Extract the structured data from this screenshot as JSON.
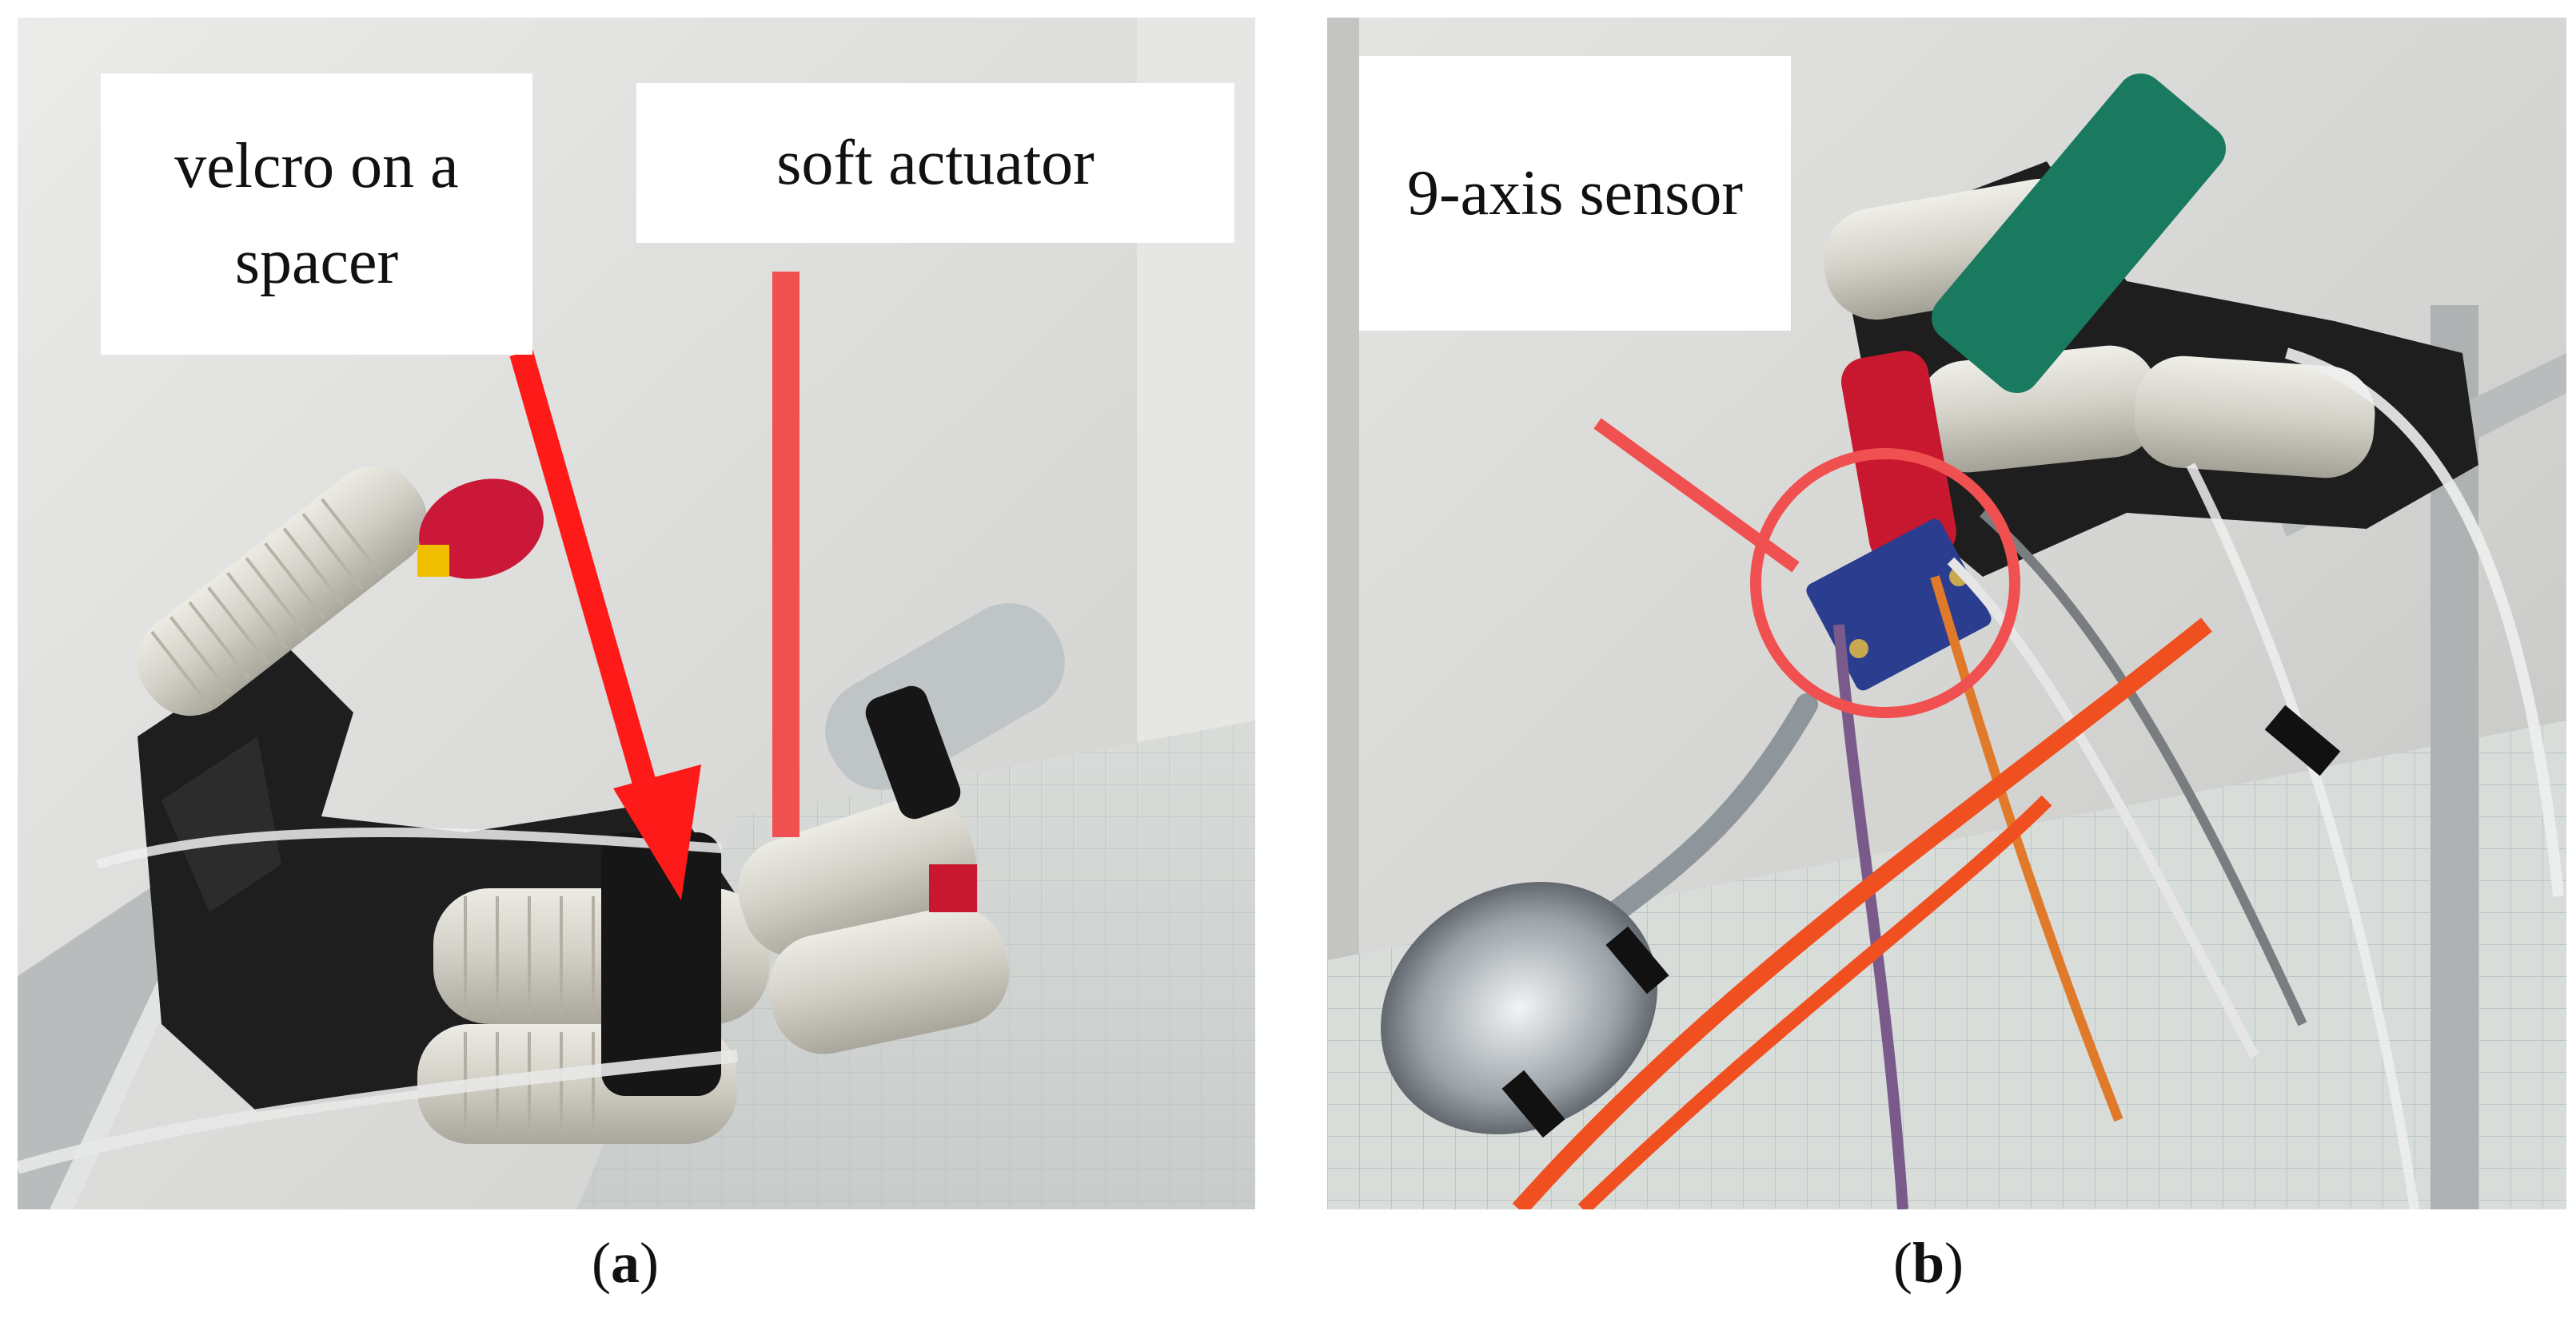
{
  "panels": {
    "a": {
      "labels": {
        "velcro": "velcro on a spacer",
        "actuator": "soft actuator"
      },
      "caption": {
        "open": "(",
        "letter": "a",
        "close": ")"
      }
    },
    "b": {
      "labels": {
        "sensor": "9-axis sensor"
      },
      "caption": {
        "open": "(",
        "letter": "b",
        "close": ")"
      }
    }
  },
  "colors": {
    "arrow_red": "#ff1a1a",
    "marker_red": "#f05050",
    "background_wall": "#d7d7d6",
    "actuator_white": "#d8d6cc",
    "velcro_red": "#d01836",
    "frame_black": "#1e1e1e",
    "tube_orange": "#f05020",
    "handle_green": "#1a7a60"
  }
}
